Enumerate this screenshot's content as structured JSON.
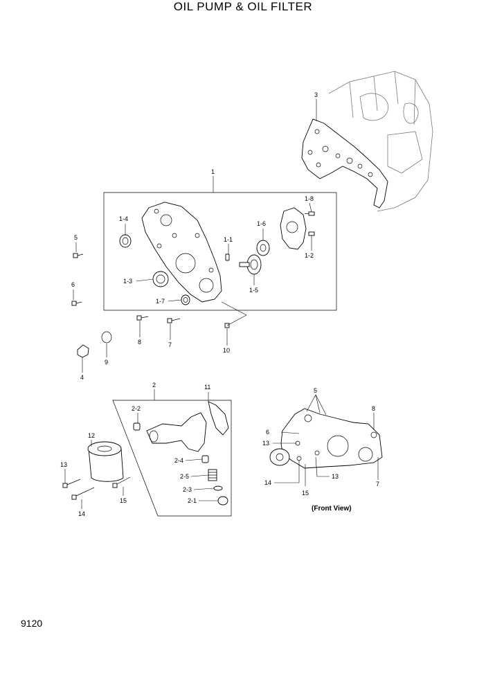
{
  "title": "OIL PUMP & OIL FILTER",
  "page_number": "9120",
  "front_view_caption": "(Front View)",
  "callouts": {
    "c1": "1",
    "c1_1": "1-1",
    "c1_2": "1-2",
    "c1_3": "1-3",
    "c1_4": "1-4",
    "c1_5": "1-5",
    "c1_6": "1-6",
    "c1_7": "1-7",
    "c1_8": "1-8",
    "c2": "2",
    "c2_1": "2-1",
    "c2_2": "2-2",
    "c2_3": "2-3",
    "c2_4": "2-4",
    "c2_5": "2-5",
    "c3": "3",
    "c4": "4",
    "c5": "5",
    "c6": "6",
    "c7": "7",
    "c8": "8",
    "c9": "9",
    "c10": "10",
    "c11": "11",
    "c12": "12",
    "c13": "13",
    "c14": "14",
    "c15": "15"
  },
  "front_view_callouts": {
    "f5": "5",
    "f6": "6",
    "f7": "7",
    "f8": "8",
    "f13a": "13",
    "f13b": "13",
    "f14": "14",
    "f15": "15"
  }
}
